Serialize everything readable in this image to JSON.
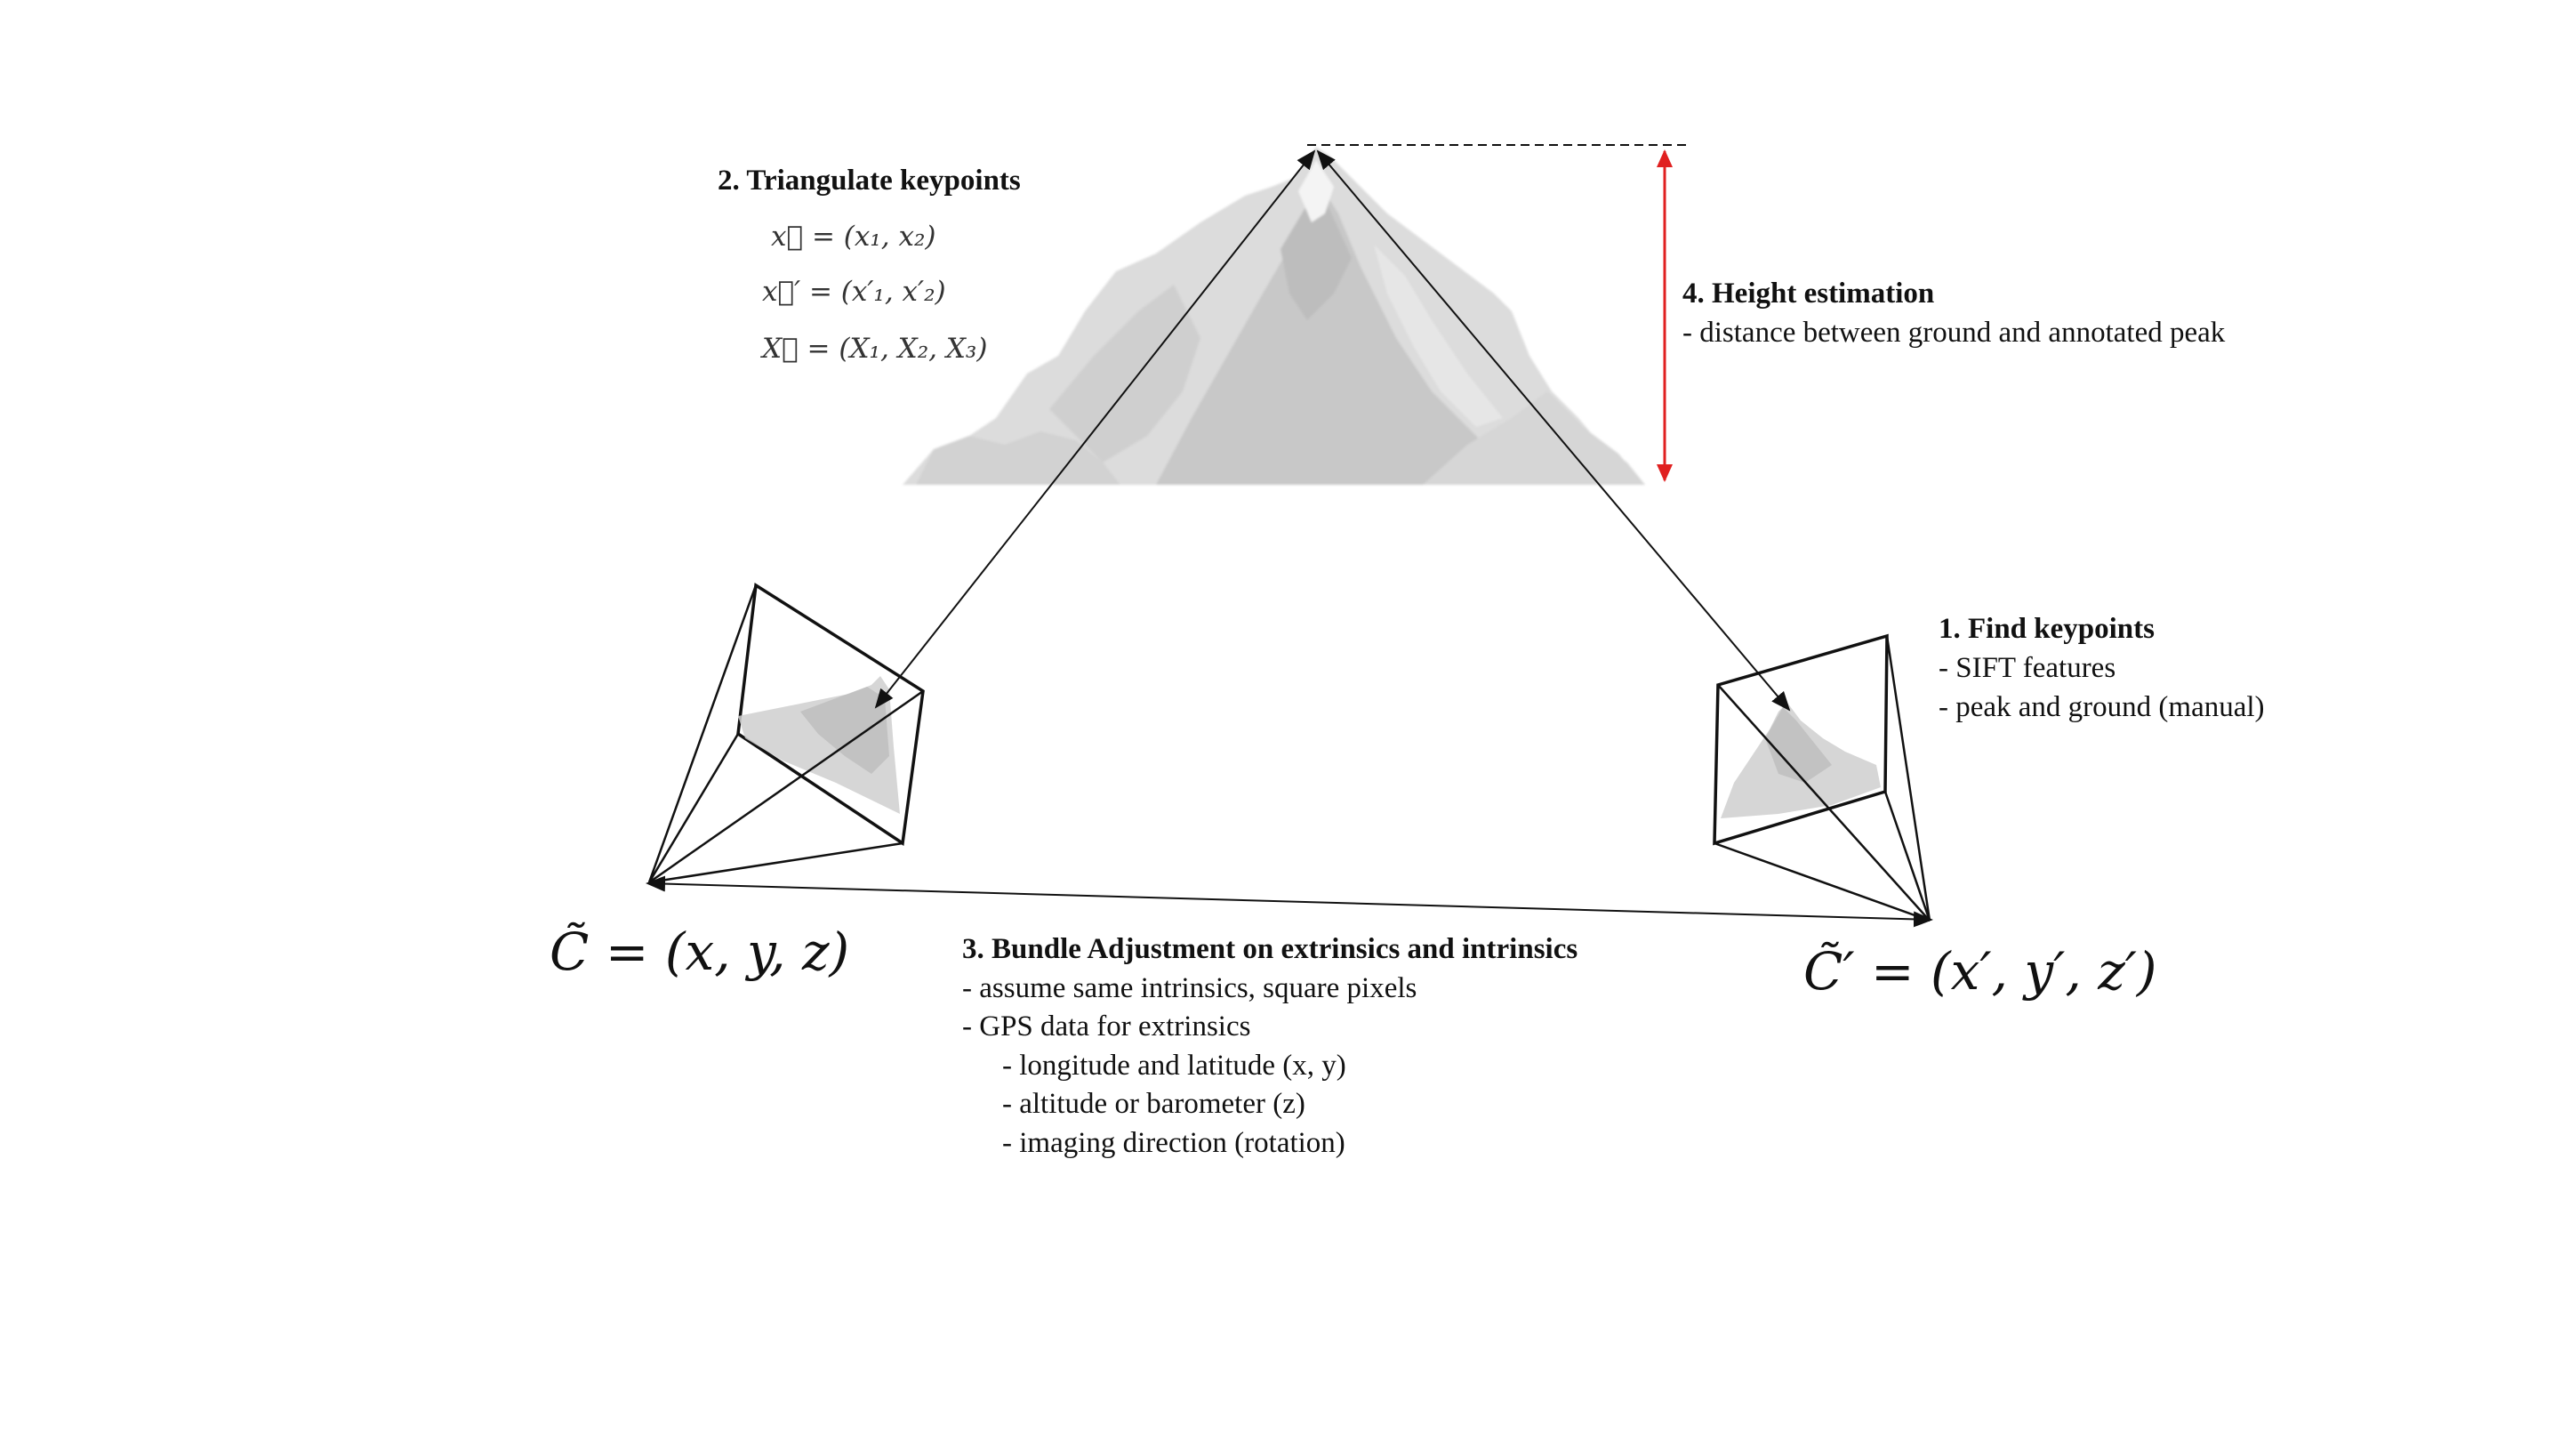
{
  "colors": {
    "accent_red": "#e02020",
    "ink": "#111111",
    "mountain": "#cfcfcf"
  },
  "step1": {
    "title": "1. Find keypoints",
    "lines": [
      "- SIFT features",
      "- peak and ground (manual)"
    ]
  },
  "step2": {
    "title": "2. Triangulate keypoints",
    "eq_x": "x⃗ = (x₁, x₂)",
    "eq_x_prime": "x⃗′ = (x′₁, x′₂)",
    "eq_X": "X⃗ = (X₁, X₂, X₃)"
  },
  "step3": {
    "title": "3. Bundle Adjustment on extrinsics and intrinsics",
    "lines": [
      "- assume same intrinsics, square pixels",
      "- GPS data for extrinsics"
    ],
    "sublines": [
      "- longitude and latitude (x, y)",
      "- altitude or barometer (z)",
      "- imaging direction (rotation)"
    ]
  },
  "step4": {
    "title": "4. Height estimation",
    "lines": [
      "- distance between ground and annotated peak"
    ]
  },
  "camera_left_label": "C̃ = (x, y, z)",
  "camera_right_label": "C̃′ = (x′, y′, z′)",
  "icons": [
    "mountain-illustration",
    "camera-frustum-left",
    "camera-frustum-right",
    "height-arrow"
  ]
}
